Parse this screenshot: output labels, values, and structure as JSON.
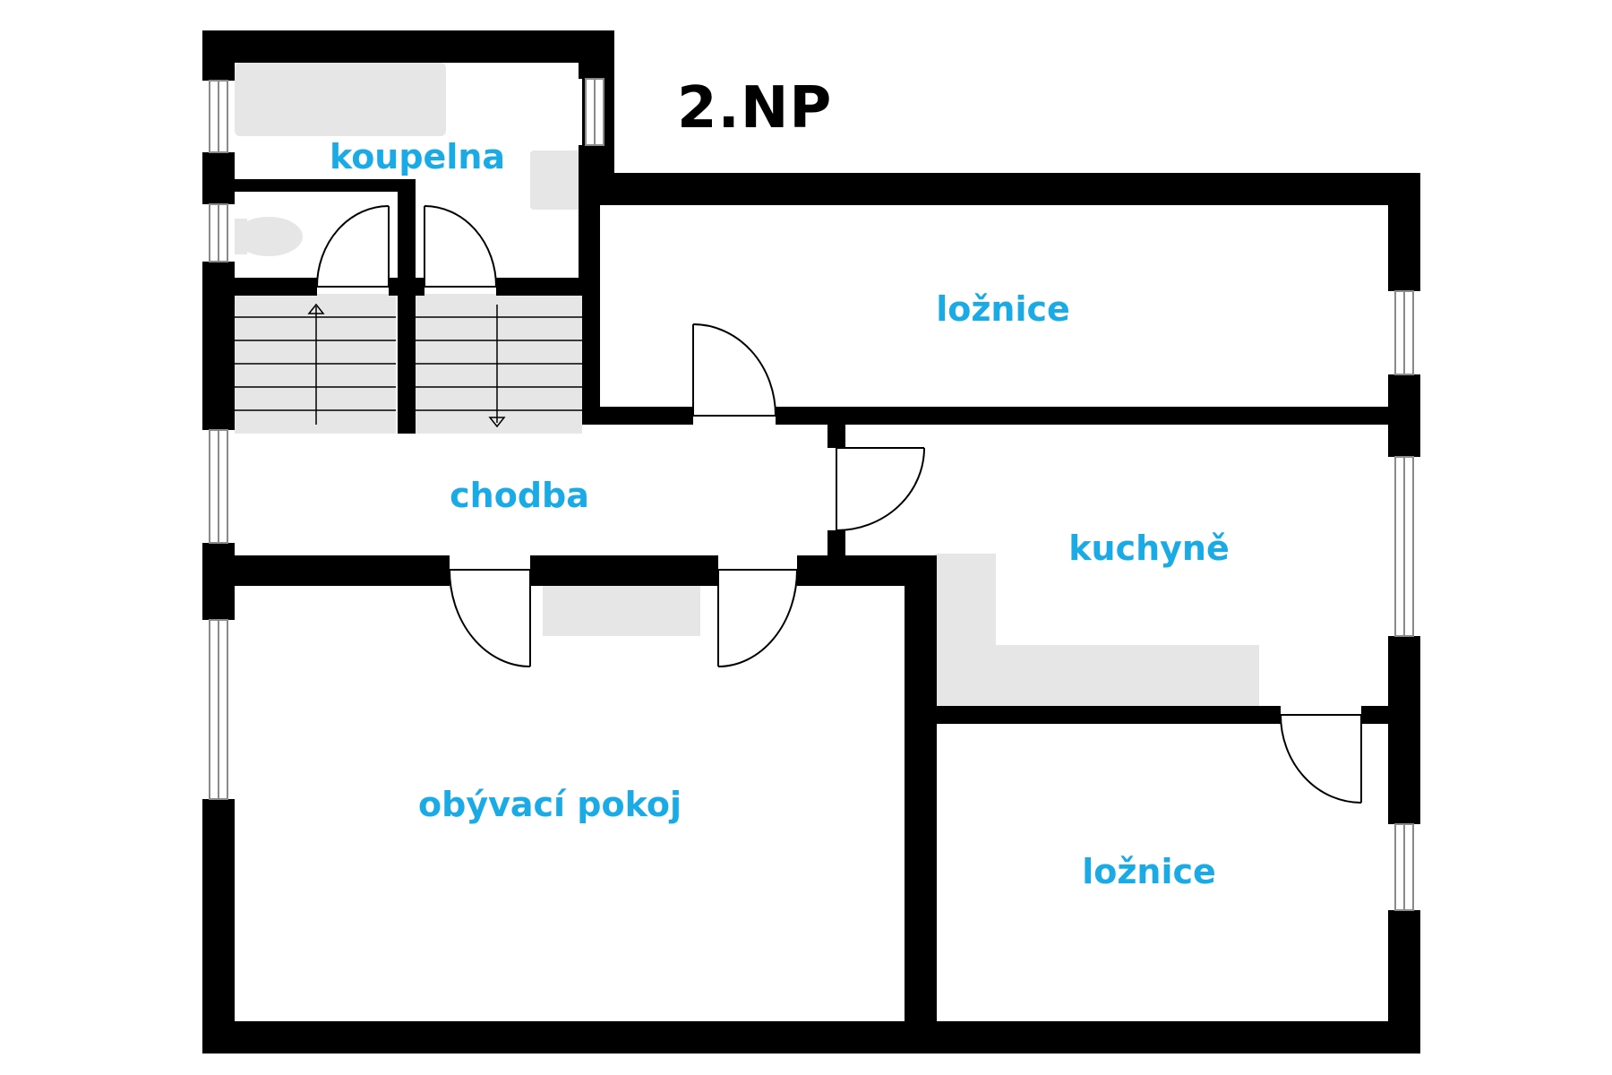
{
  "floor": {
    "label": "2.NP"
  },
  "colors": {
    "wall": "#000000",
    "room_label": "#1aabe6",
    "fixture_fill": "#e6e6e6",
    "window_line": "#8a8a8a"
  },
  "rooms": [
    {
      "id": "koupelna",
      "label": "koupelna"
    },
    {
      "id": "loznice-upper",
      "label": "ložnice"
    },
    {
      "id": "chodba",
      "label": "chodba"
    },
    {
      "id": "kuchyne",
      "label": "kuchyně"
    },
    {
      "id": "obyvaci-pokoj",
      "label": "obývací pokoj"
    },
    {
      "id": "loznice-lower",
      "label": "ložnice"
    }
  ]
}
